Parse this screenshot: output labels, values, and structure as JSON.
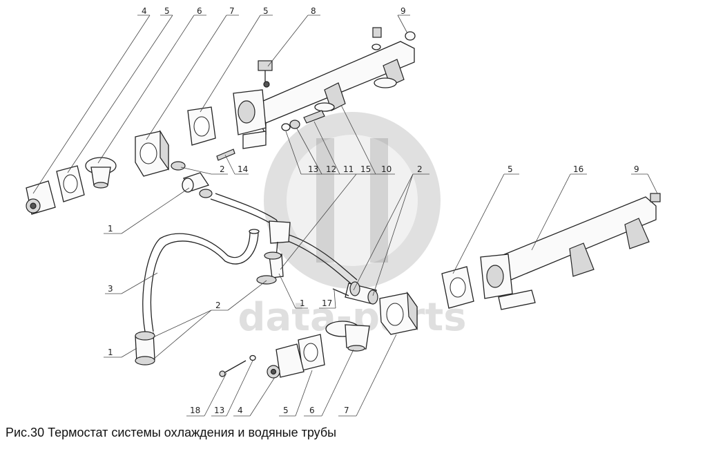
{
  "caption": "Рис.30 Термостат системы охлаждения и водяные трубы",
  "watermark": "data-parts",
  "callouts": {
    "c4a": "4",
    "c5a": "5",
    "c6a": "6",
    "c7a": "7",
    "c5b": "5",
    "c8": "8",
    "c9a": "9",
    "c2a": "2",
    "c14": "14",
    "c13a": "13",
    "c12": "12",
    "c11": "11",
    "c15": "15",
    "c10": "10",
    "c2b": "2",
    "c5c": "5",
    "c16": "16",
    "c9b": "9",
    "c1a": "1",
    "c3": "3",
    "c2c": "2",
    "c1b": "1",
    "c17": "17",
    "c1c": "1",
    "c18": "18",
    "c13b": "13",
    "c4b": "4",
    "c5d": "5",
    "c6b": "6",
    "c7b": "7"
  }
}
